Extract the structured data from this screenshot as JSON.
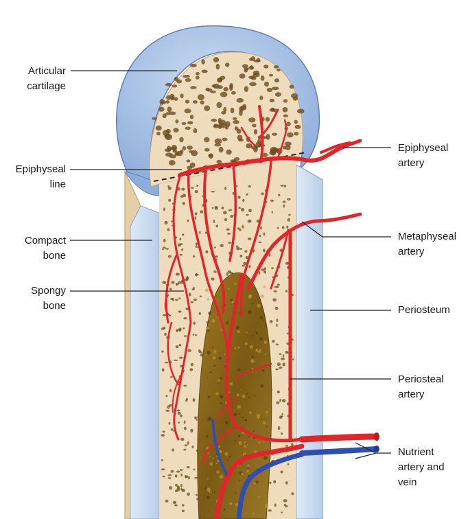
{
  "labels": {
    "articular_cartilage": [
      "Articular",
      "cartilage"
    ],
    "epiphyseal_line": [
      "Epiphyseal",
      "line"
    ],
    "compact_bone": [
      "Compact",
      "bone"
    ],
    "spongy_bone": [
      "Spongy",
      "bone"
    ],
    "epiphyseal_artery": [
      "Epiphyseal",
      "artery"
    ],
    "metaphyseal_artery": [
      "Metaphyseal",
      "artery"
    ],
    "periosteum": [
      "Periosteum"
    ],
    "periosteal_artery": [
      "Periosteal",
      "artery"
    ],
    "nutrient_artery_vein": [
      "Nutrient",
      "artery and",
      "vein"
    ]
  },
  "colors": {
    "cartilage": "#a9c3e6",
    "cartilage_edge": "#6f8fbf",
    "periosteum": "#cfe0f3",
    "bone": "#eedcbd",
    "spongy_pores": "#6b4f22",
    "marrow": "#8a6a1c",
    "artery": "#e0262b",
    "vein": "#2f4fb0",
    "leader": "#222222"
  }
}
